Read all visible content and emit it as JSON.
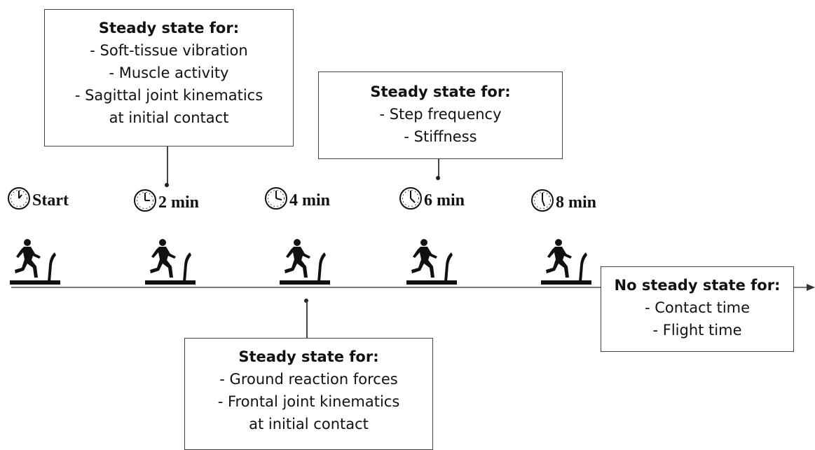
{
  "timepoints": [
    {
      "label": "Start"
    },
    {
      "label": "2 min"
    },
    {
      "label": "4 min"
    },
    {
      "label": "6 min"
    },
    {
      "label": "8 min"
    }
  ],
  "boxes": {
    "soft_tissue": {
      "heading": "Steady state for:",
      "items": [
        "- Soft-tissue vibration",
        "- Muscle activity",
        "- Sagittal joint kinematics",
        "at initial contact"
      ]
    },
    "step": {
      "heading": "Steady state for:",
      "items": [
        "- Step frequency",
        "- Stiffness"
      ]
    },
    "ground": {
      "heading": "Steady state for:",
      "items": [
        "- Ground reaction forces",
        "- Frontal joint kinematics",
        "at initial contact"
      ]
    },
    "no_steady": {
      "heading": "No steady state for:",
      "items": [
        "- Contact time",
        "- Flight time"
      ]
    }
  },
  "icons": {
    "clock": "clock-icon",
    "runner": "treadmill-runner-icon",
    "arrow": "arrow-head-icon"
  }
}
